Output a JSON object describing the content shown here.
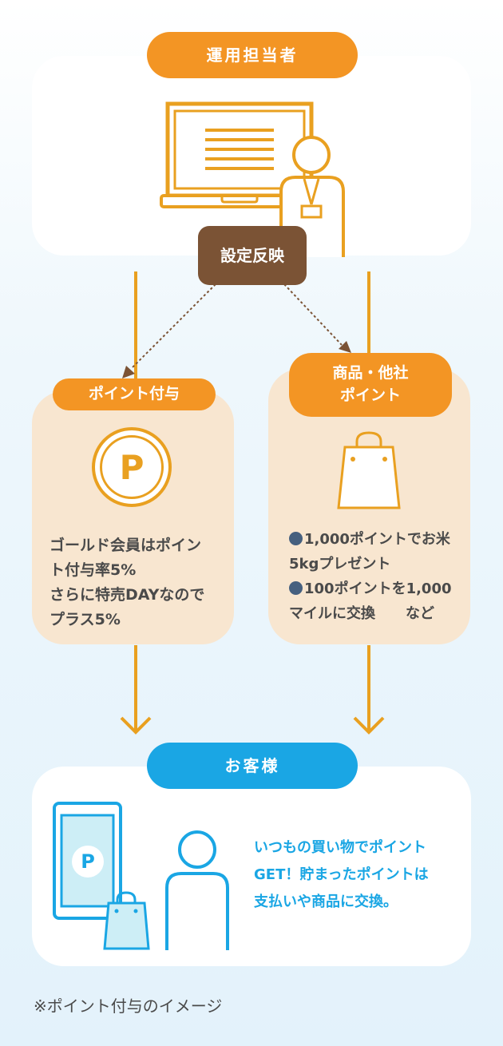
{
  "operator": {
    "label": "運用担当者"
  },
  "settings": {
    "label": "設定反映"
  },
  "points_grant": {
    "label": "ポイント付与",
    "icon_letter": "P",
    "lines": [
      "ゴールド会員はポイン",
      "ト付与率5%",
      "さらに特売DAYなので",
      "プラス5%"
    ]
  },
  "products": {
    "label_line1": "商品・他社",
    "label_line2": "ポイント",
    "bullet1_line1": "1,000ポイントでお米",
    "bullet1_line2": "5kgプレゼント",
    "bullet2_line1": "100ポイントを1,000",
    "bullet2_line2": "マイルに交換",
    "bullet2_suffix": "など"
  },
  "customer": {
    "label": "お客様",
    "phone_icon_letter": "P",
    "lines": [
      "いつもの買い物でポイント",
      "GET！貯まったポイントは",
      "支払いや商品に交換。"
    ]
  },
  "footnote": "※ポイント付与のイメージ",
  "colors": {
    "orange": "#f39524",
    "arrow_orange": "#e9a020",
    "blue": "#1aa6e4",
    "brown": "#7b5335",
    "cream": "#f8e6d0",
    "bullet": "#46607f"
  },
  "icons": [
    "laptop-icon",
    "operator-person-icon",
    "point-coin-icon",
    "shopping-bag-icon",
    "smartphone-icon",
    "customer-person-icon",
    "customer-bag-icon"
  ]
}
